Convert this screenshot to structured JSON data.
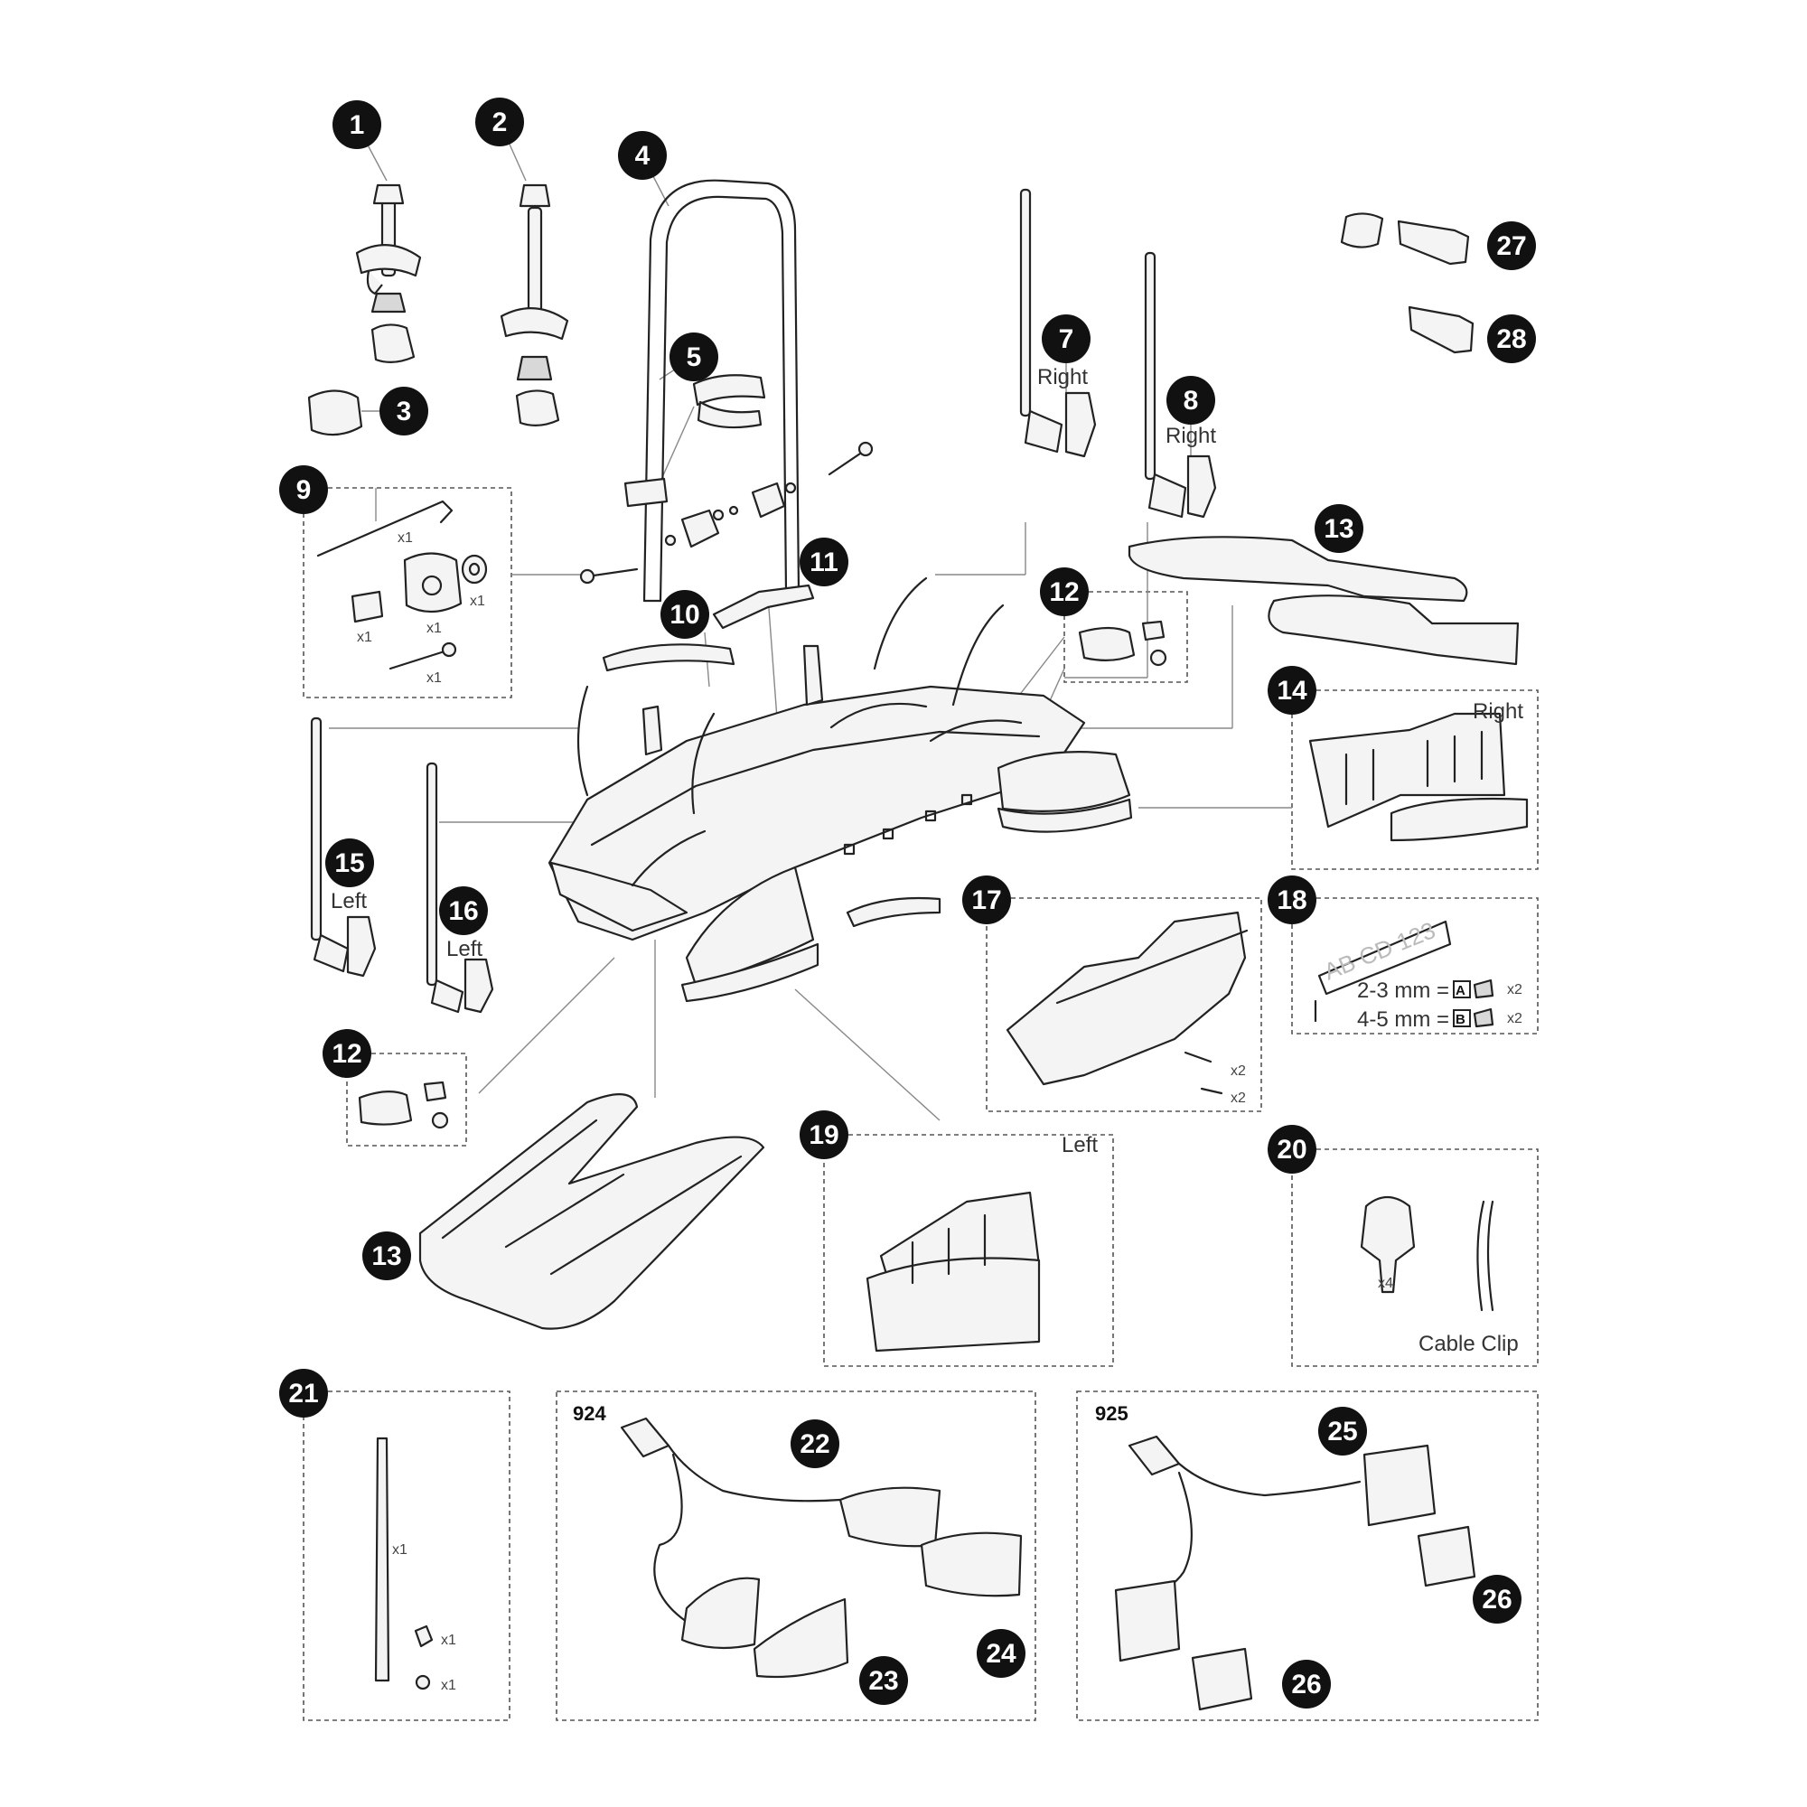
{
  "callouts": {
    "c1": "1",
    "c2": "2",
    "c3": "3",
    "c4": "4",
    "c5": "5",
    "c7": "7",
    "c8": "8",
    "c9": "9",
    "c10": "10",
    "c11": "11",
    "c12a": "12",
    "c12b": "12",
    "c13a": "13",
    "c13b": "13",
    "c14": "14",
    "c15": "15",
    "c16": "16",
    "c17": "17",
    "c18": "18",
    "c19": "19",
    "c20": "20",
    "c21": "21",
    "c22": "22",
    "c23": "23",
    "c24": "24",
    "c25": "25",
    "c26a": "26",
    "c26b": "26",
    "c27": "27",
    "c28": "28"
  },
  "labels": {
    "right_7": "Right",
    "right_8": "Right",
    "right_14": "Right",
    "left_15": "Left",
    "left_16": "Left",
    "left_19": "Left",
    "cable_clip": "Cable Clip",
    "kit_924": "924",
    "kit_925": "925"
  },
  "quantities": {
    "hex_key": "x1",
    "washer": "x1",
    "spacer": "x1",
    "knob": "x1",
    "bolt": "x1",
    "screw_long": "x2",
    "screw_short": "x2",
    "clip": "x4",
    "strap": "x1",
    "nut": "x1",
    "screw_small": "x1",
    "spacer_a": "x2",
    "spacer_b": "x2"
  },
  "plate": {
    "text": "AB CD 123",
    "row_a": "2-3 mm =",
    "row_b": "4-5 mm =",
    "badge_a": "A",
    "badge_b": "B"
  },
  "icons": [
    "knob-icon",
    "key-icon",
    "lock-cylinder-icon",
    "hex-key-icon",
    "bolt-icon",
    "washer-icon",
    "cable-icon",
    "plug-icon",
    "tail-light-icon"
  ]
}
